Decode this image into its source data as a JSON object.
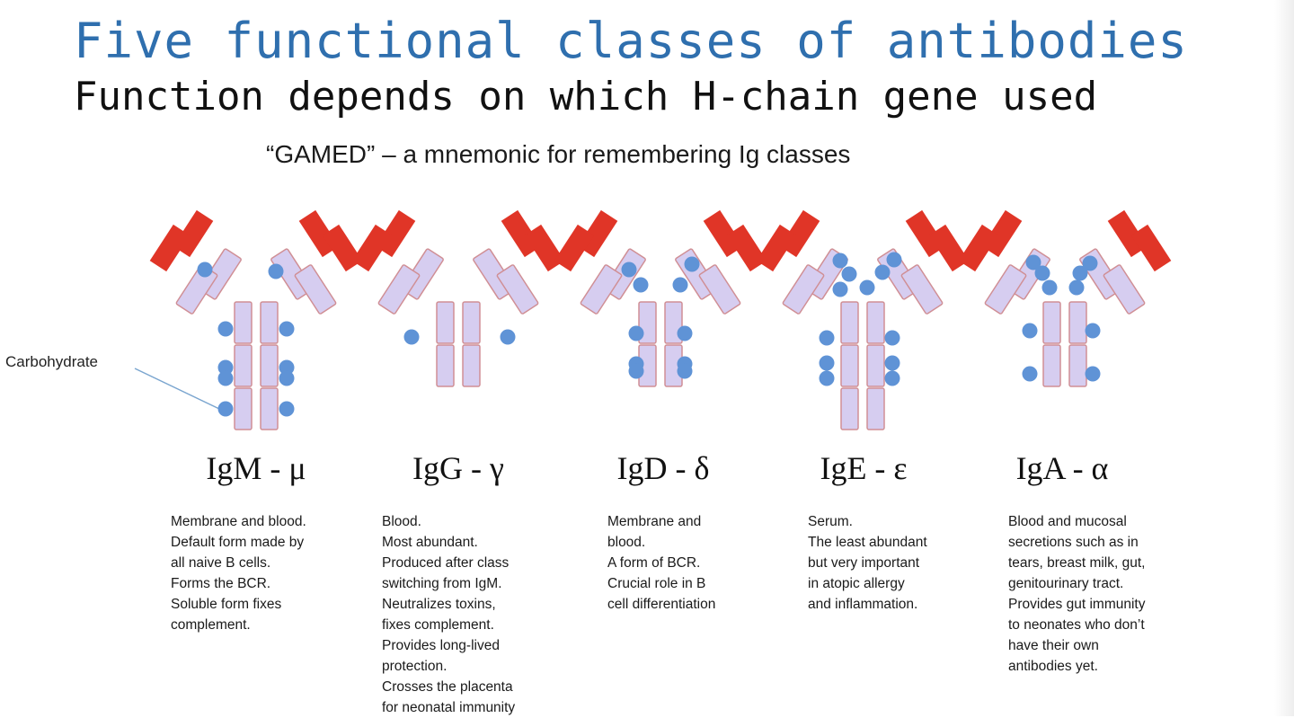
{
  "title": "Five functional classes of antibodies",
  "subtitle": "Function depends on which H-chain gene used",
  "mnemonic": "“GAMED” – a mnemonic for remembering Ig classes",
  "carbohydrate_label": "Carbohydrate",
  "colors": {
    "title": "#2f6fae",
    "variable_region": "#e03527",
    "constant_region": "#d6cdf0",
    "constant_border": "#d08f95",
    "carbohydrate": "#5f93d6"
  },
  "antibodies": [
    {
      "name": "IgM - μ",
      "description": "Membrane and blood.\nDefault form made by\nall naive B cells.\nForms the BCR.\nSoluble form fixes\ncomplement."
    },
    {
      "name": "IgG - γ",
      "description": "Blood.\nMost abundant.\nProduced after class\nswitching  from IgM.\nNeutralizes toxins,\nfixes complement.\nProvides long-lived\nprotection.\nCrosses the placenta\nfor neonatal immunity"
    },
    {
      "name": "IgD - δ",
      "description": "Membrane and\nblood.\nA form of BCR.\nCrucial role in B\ncell differentiation"
    },
    {
      "name": "IgE - ε",
      "description": "Serum.\nThe least abundant\nbut very important\nin atopic allergy\nand inflammation."
    },
    {
      "name": "IgA - α",
      "description": "Blood and mucosal\nsecretions such as in\ntears, breast milk, gut,\ngenitourinary tract.\nProvides gut immunity\nto neonates who don’t\nhave their own\nantibodies yet."
    }
  ]
}
